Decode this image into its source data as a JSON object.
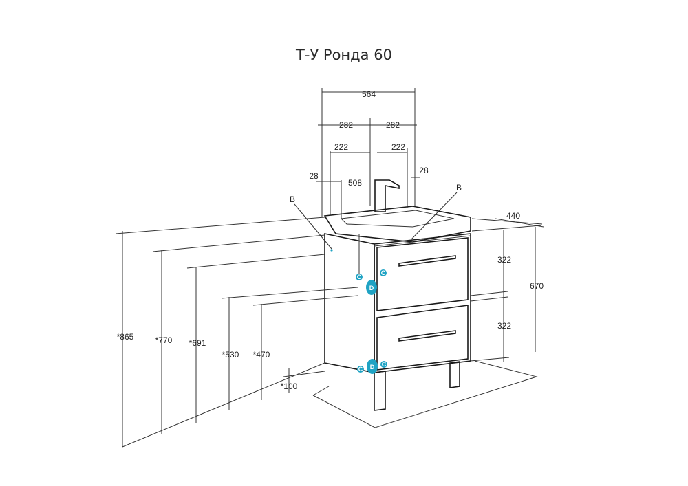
{
  "title": "Т-У Ронда 60",
  "dimensions": {
    "total_width": "564",
    "half_left": "282",
    "half_right": "282",
    "offset_left": "222",
    "offset_right": "222",
    "edge_left": "28",
    "edge_right": "28",
    "basin_width": "508",
    "depth": "440",
    "drawer_top": "322",
    "drawer_bottom": "322",
    "cabinet_height": "670",
    "height_865": "*865",
    "height_770": "*770",
    "height_691": "*691",
    "height_530": "*530",
    "height_470": "*470",
    "height_100": "*100"
  },
  "markers": {
    "b_left": "B",
    "b_right": "B",
    "c": "C",
    "d": "D"
  },
  "colors": {
    "connector": "#1fa3c4",
    "line": "#333333"
  }
}
